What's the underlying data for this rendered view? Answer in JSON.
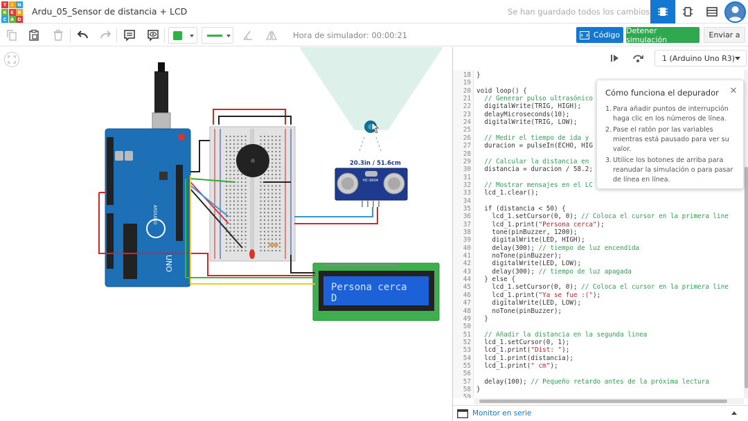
{
  "header": {
    "logo_letters": [
      "TIN",
      "KER",
      "CAD"
    ],
    "logo_colors": [
      "#e3383b",
      "#f7a21b",
      "#2ba7df",
      "#61b545",
      "#e3383b",
      "#f7a21b",
      "#2ba7df",
      "#61b545",
      "#e3383b"
    ],
    "project_title": "Ardu_05_Sensor de distancia + LCD",
    "saved_status": "Se han guardado todos los cambios.",
    "accent": "#1477d1"
  },
  "toolbar": {
    "sim_time": "Hora de simulador: 00:00:21",
    "code_label": "Código",
    "stop_label": "Detener simulación",
    "send_label": "Enviar a",
    "fill_color": "#2fb146"
  },
  "circuit": {
    "sensor_distance": "20.3in / 51.6cm",
    "sensor_label": "HC-SR04",
    "lcd_line1": "Persona cerca",
    "lcd_line2": "D",
    "arduino_label": "UNO",
    "arduino_brand": "ARDUINO"
  },
  "code_panel": {
    "device": "1 (Arduino Uno R3)",
    "serial_monitor": "Monitor en serie",
    "lines": [
      {
        "n": "18",
        "t": "}"
      },
      {
        "n": "19",
        "t": ""
      },
      {
        "n": "20",
        "t": "void loop() {"
      },
      {
        "n": "21",
        "t": "  // Generar pulso ultrasónico",
        "c": "com"
      },
      {
        "n": "22",
        "t": "  digitalWrite(TRIG, HIGH);"
      },
      {
        "n": "23",
        "t": "  delayMicroseconds(10);"
      },
      {
        "n": "24",
        "t": "  digitalWrite(TRIG, LOW);"
      },
      {
        "n": "25",
        "t": ""
      },
      {
        "n": "26",
        "t": "  // Medir el tiempo de ida y",
        "c": "com"
      },
      {
        "n": "27",
        "t": "  duracion = pulseIn(ECHO, HIG"
      },
      {
        "n": "28",
        "t": ""
      },
      {
        "n": "29",
        "t": "  // Calcular la distancia en",
        "c": "com"
      },
      {
        "n": "30",
        "t": "  distancia = duracion / 58.2;"
      },
      {
        "n": "31",
        "t": ""
      },
      {
        "n": "32",
        "t": "  // Mostrar mensajes en el LC",
        "c": "com"
      },
      {
        "n": "33",
        "t": "  lcd_1.clear();"
      },
      {
        "n": "34",
        "t": ""
      },
      {
        "n": "35",
        "t": "  if (distancia < 50) {"
      },
      {
        "n": "36",
        "t": "    lcd_1.setCursor(0, 0); ",
        "tail": "// Coloca el cursor en la primera line",
        "tc": "com"
      },
      {
        "n": "37",
        "t": "    lcd_1.print(",
        "tail": "\"Persona cerca\"",
        "tc": "str",
        "end": ");"
      },
      {
        "n": "38",
        "t": "    tone(pinBuzzer, 1200);"
      },
      {
        "n": "39",
        "t": "    digitalWrite(LED, HIGH);"
      },
      {
        "n": "40",
        "t": "    delay(300); ",
        "tail": "// tiempo de luz encendida",
        "tc": "com"
      },
      {
        "n": "41",
        "t": "    noTone(pinBuzzer);"
      },
      {
        "n": "42",
        "t": "    digitalWrite(LED, LOW);"
      },
      {
        "n": "43",
        "t": "    delay(300); ",
        "tail": "// tiempo de luz apagada",
        "tc": "com"
      },
      {
        "n": "44",
        "t": "  } else {"
      },
      {
        "n": "45",
        "t": "    lcd_1.setCursor(0, 0); ",
        "tail": "// Coloca el cursor en la primera line",
        "tc": "com"
      },
      {
        "n": "46",
        "t": "    lcd_1.print(",
        "tail": "\"Ya se fue :(\"",
        "tc": "str",
        "end": ");"
      },
      {
        "n": "47",
        "t": "    digitalWrite(LED, LOW);"
      },
      {
        "n": "48",
        "t": "    noTone(pinBuzzer);"
      },
      {
        "n": "49",
        "t": "  }"
      },
      {
        "n": "50",
        "t": ""
      },
      {
        "n": "51",
        "t": "  // Añadir la distancia en la segunda linea",
        "c": "com"
      },
      {
        "n": "52",
        "t": "  lcd_1.setCursor(0, 1);"
      },
      {
        "n": "53",
        "t": "  lcd_1.print(",
        "tail": "\"Dist: \"",
        "tc": "str",
        "end": ");"
      },
      {
        "n": "54",
        "t": "  lcd_1.print(distancia);"
      },
      {
        "n": "55",
        "t": "  lcd_1.print(",
        "tail": "\" cm\"",
        "tc": "str",
        "end": ");"
      },
      {
        "n": "56",
        "t": ""
      },
      {
        "n": "57",
        "t": "  delay(100); ",
        "tail": "// Pequeño retardo antes de la próxima lectura",
        "tc": "com"
      },
      {
        "n": "58",
        "t": "}"
      },
      {
        "n": "59",
        "t": ""
      }
    ]
  },
  "debugger_popup": {
    "title": "Cómo funciona el depurador",
    "items": [
      "Para añadir puntos de interrupción haga clic en los números de línea.",
      "Pase el ratón por las variables mientras está pausado para ver su valor.",
      "Utilice los botones de arriba para reanudar la simulación o para pasar de línea en línea."
    ]
  }
}
